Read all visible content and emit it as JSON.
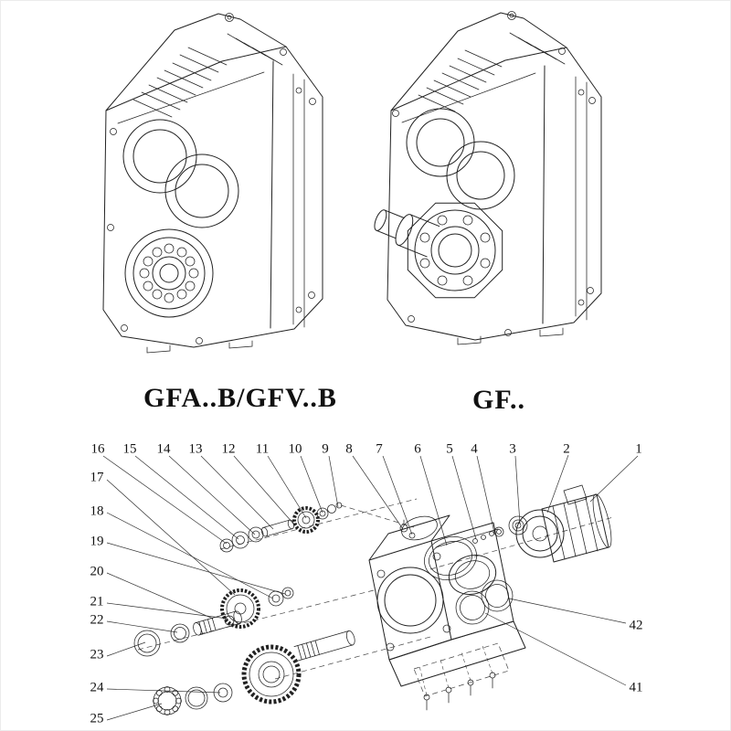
{
  "page": {
    "background": "#ffffff",
    "line_color": "#1a1a1a"
  },
  "models": {
    "left": {
      "label": "GFA..B/GFV..B"
    },
    "right": {
      "label": "GF.."
    }
  },
  "exploded": {
    "top_numbers": [
      "16",
      "15",
      "14",
      "13",
      "12",
      "11",
      "10",
      "9",
      "8",
      "7",
      "6",
      "5",
      "4",
      "3",
      "2",
      "1"
    ],
    "left_numbers": [
      "17",
      "18",
      "19",
      "20",
      "21",
      "22",
      "23",
      "24",
      "25"
    ],
    "right_numbers": [
      "42",
      "41"
    ]
  }
}
